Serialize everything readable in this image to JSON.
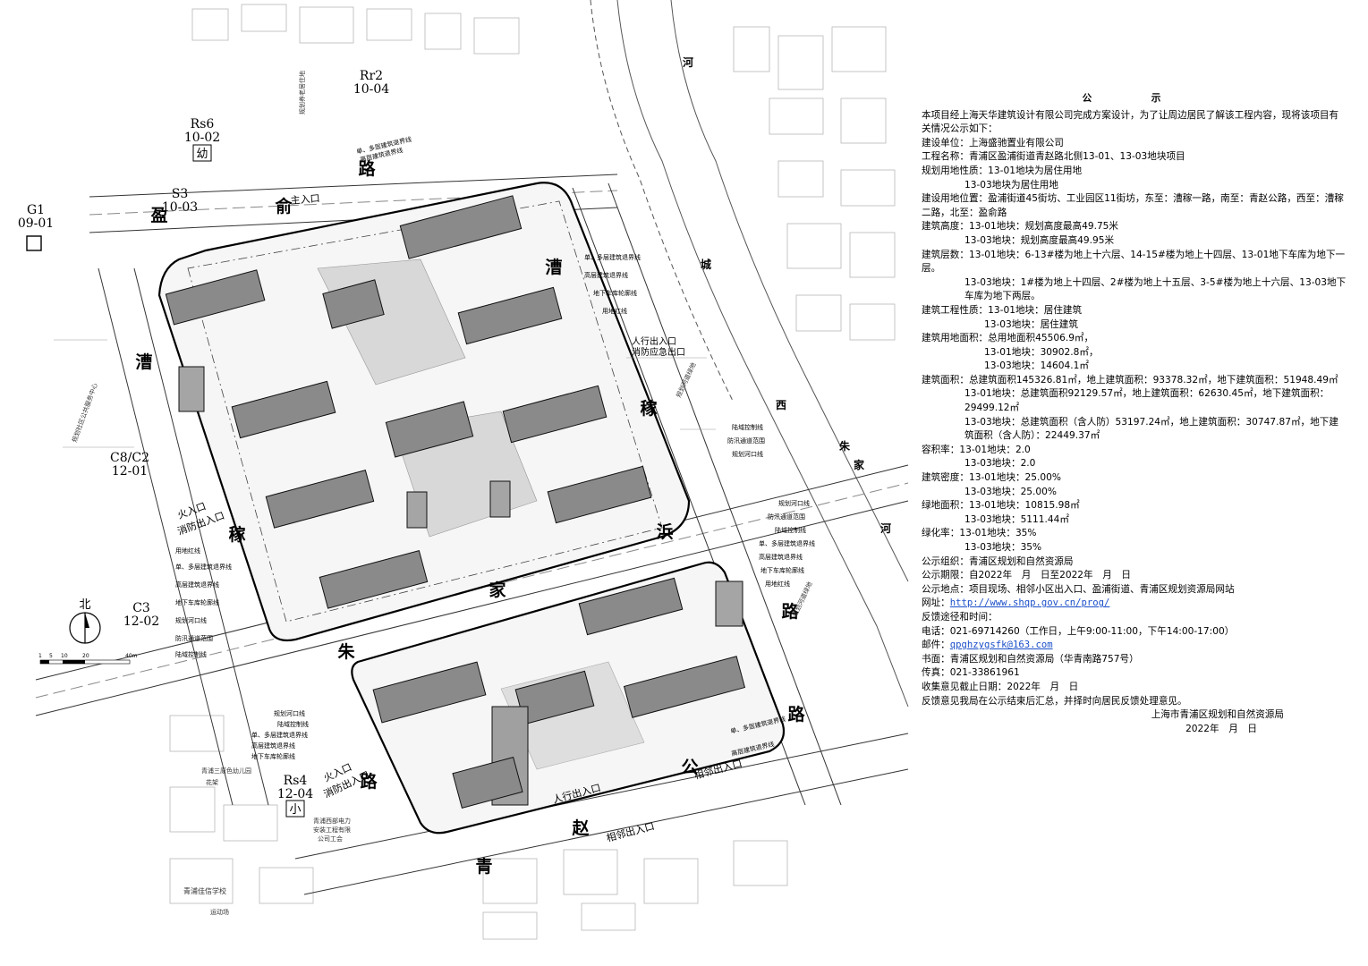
{
  "map": {
    "blocks": [
      {
        "code": "Rr2",
        "num": "10-04"
      },
      {
        "code": "Rs6",
        "num": "10-02",
        "symbol": "幼"
      },
      {
        "code": "G1",
        "num": "09-01"
      },
      {
        "code": "S3",
        "num": "10-03"
      },
      {
        "code": "C8/C2",
        "num": "12-01"
      },
      {
        "code": "C3",
        "num": "12-02"
      },
      {
        "code": "Rs4",
        "num": "12-04",
        "symbol": "小"
      }
    ],
    "roads": {
      "north": [
        "盈",
        "俞",
        "路"
      ],
      "west": [
        "漕",
        "稼"
      ],
      "middle": [
        "朱",
        "家",
        "浜"
      ],
      "east_top": [
        "漕",
        "稼"
      ],
      "east_low": "路",
      "south": [
        "青",
        "赵",
        "公"
      ],
      "south_road_end": "路",
      "river": [
        "河",
        "城",
        "河"
      ],
      "east_far": [
        "西",
        "朱",
        "家"
      ]
    },
    "entrances": {
      "main": "主入口",
      "pedestrian_fire_e": [
        "人行出入口",
        "消防应急出口"
      ],
      "fire_w": [
        "火入口",
        "消防出入口"
      ],
      "fire_s": [
        "火入口",
        "消防出入口"
      ],
      "pedestrian_s": "人行出入口",
      "neighbor_s": "相邻出入口",
      "neighbor_se": "相邻出入口"
    },
    "legend_n": [
      "单、多层建筑退界线",
      "高层建筑退界线"
    ],
    "legend_e1": [
      "单、多层建筑退界线",
      "高层建筑退界线",
      "地下车库轮廓线",
      "用地红线"
    ],
    "legend_e2": [
      "陆域控制线",
      "防汛通道范围",
      "规划河口线"
    ],
    "legend_e3": [
      "规划河口线",
      "防汛通道范围",
      "陆域控制线"
    ],
    "legend_e4": [
      "单、多层建筑退界线",
      "高层建筑退界线",
      "地下车库轮廓线",
      "用地红线"
    ],
    "legend_w": [
      "用地红线",
      "单、多层建筑退界线",
      "高层建筑退界线",
      "地下车库轮廓线",
      "规划河口线",
      "防汛通道范围",
      "陆域控制线"
    ],
    "legend_sw": [
      "规划河口线",
      "陆域控制线",
      "单、多层建筑退界线",
      "高层建筑退界线",
      "地下车库轮廓线"
    ],
    "legend_se": [
      "单、多层建筑退界线",
      "高层建筑退界线"
    ],
    "misc": {
      "north_arrow": "北",
      "scale": [
        "1",
        "5",
        "10",
        "20",
        "40m"
      ],
      "kindergarten": "青浦三原色幼儿园",
      "school": "青浦佳信学校",
      "sports": "运动场",
      "power_co": [
        "青浦西部电力",
        "安装工程有限",
        "公司工会"
      ],
      "planned_residence": "规划养老居住地",
      "public_center": "规划社区公共服务中心",
      "planned_green": "规划河道绿地",
      "planned_green2": "规划河道绿地",
      "garden": "花架"
    }
  },
  "notice": {
    "title": "公　示",
    "intro": "本项目经上海天华建筑设计有限公司完成方案设计，为了让周边居民了解该工程内容，现将该项目有关情况公示如下：",
    "lines": [
      {
        "t": "建设单位：上海盛驰置业有限公司"
      },
      {
        "t": "工程名称：青浦区盈浦街道青赵路北侧13-01、13-03地块项目"
      },
      {
        "t": "规划用地性质：13-01地块为居住用地"
      },
      {
        "t": "13-03地块为居住用地",
        "c": "ind"
      },
      {
        "t": "建设用地位置：盈浦街道45街坊、工业园区11街坊，东至：漕稼一路，南至：青赵公路，西至：漕稼二路，北至：盈俞路"
      },
      {
        "t": "建筑高度：13-01地块：规划高度最高49.75米"
      },
      {
        "t": "13-03地块：规划高度最高49.95米",
        "c": "ind"
      },
      {
        "t": "建筑层数：13-01地块：6-13#楼为地上十六层、14-15#楼为地上十四层、13-01地下车库为地下一层。"
      },
      {
        "t": "13-03地块：1#楼为地上十四层、2#楼为地上十五层、3-5#楼为地上十六层、13-03地下车库为地下两层。",
        "c": "ind"
      },
      {
        "t": "建筑工程性质：13-01地块：居住建筑"
      },
      {
        "t": "13-03地块：居住建筑",
        "c": "ind2"
      },
      {
        "t": "建筑用地面积：总用地面积45506.9㎡，"
      },
      {
        "t": "13-01地块：30902.8㎡，",
        "c": "ind2"
      },
      {
        "t": "13-03地块：14604.1㎡",
        "c": "ind2"
      },
      {
        "t": "建筑面积：总建筑面积145326.81㎡，地上建筑面积：93378.32㎡，地下建筑面积：51948.49㎡"
      },
      {
        "t": "13-01地块：总建筑面积92129.57㎡，地上建筑面积：62630.45㎡，地下建筑面积：29499.12㎡",
        "c": "ind"
      },
      {
        "t": "13-03地块：总建筑面积（含人防）53197.24㎡，地上建筑面积：30747.87㎡，地下建筑面积（含人防）：22449.37㎡",
        "c": "ind"
      },
      {
        "t": "容积率：13-01地块：2.0"
      },
      {
        "t": "13-03地块：2.0",
        "c": "ind"
      },
      {
        "t": "建筑密度：13-01地块：25.00%"
      },
      {
        "t": "13-03地块：25.00%",
        "c": "ind"
      },
      {
        "t": "绿地面积：13-01地块：10815.98㎡"
      },
      {
        "t": "13-03地块：5111.44㎡",
        "c": "ind"
      },
      {
        "t": "绿化率：13-01地块：35%"
      },
      {
        "t": "13-03地块：35%",
        "c": "ind"
      },
      {
        "t": "公示组织：青浦区规划和自然资源局"
      },
      {
        "t": "公示期限：自2022年　月　日至2022年　月　日"
      },
      {
        "t": "公示地点：项目现场、相邻小区出入口、盈浦街道、青浦区规划资源局网站"
      }
    ],
    "website_label": "网址：",
    "website": "http://www.shqp.gov.cn/prog/",
    "feedback_title": "反馈途径和时间：",
    "phone": "电话：021-69714260（工作日，上午9:00-11:00，下午14:00-17:00）",
    "email_label": "邮件：",
    "email": "qpghzygsfk@163.com",
    "written": "书面：青浦区规划和自然资源局（华青南路757号）",
    "fax": "传真：021-33861961",
    "deadline": "收集意见截止日期：2022年　月　日",
    "closing": "反馈意见我局在公示结束后汇总，并择时向居民反馈处理意见。",
    "signature": "上海市青浦区规划和自然资源局",
    "date": "2022年　月　日"
  }
}
